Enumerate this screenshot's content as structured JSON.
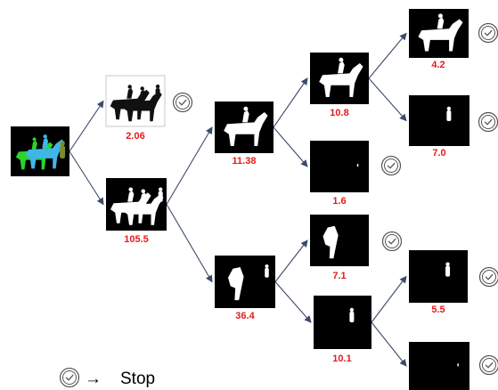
{
  "nodes": [
    {
      "id": "root",
      "kind": "colored"
    },
    {
      "id": "n1",
      "score": "2.06",
      "stop": true,
      "kind": "horses_black"
    },
    {
      "id": "n2",
      "score": "105.5",
      "stop": false,
      "kind": "horses_white"
    },
    {
      "id": "n21",
      "score": "11.38",
      "stop": false,
      "kind": "horse_white"
    },
    {
      "id": "n22",
      "score": "36.4",
      "stop": false,
      "kind": "small_white"
    },
    {
      "id": "n211",
      "score": "10.8",
      "stop": false,
      "kind": "horse_white"
    },
    {
      "id": "n212",
      "score": "1.6",
      "stop": true,
      "kind": "empty"
    },
    {
      "id": "n221",
      "score": "7.1",
      "stop": true,
      "kind": "small_white"
    },
    {
      "id": "n222",
      "score": "10.1",
      "stop": false,
      "kind": "person_white"
    },
    {
      "id": "n2111",
      "score": "4.2",
      "stop": true,
      "kind": "horse_white"
    },
    {
      "id": "n2112",
      "score": "7.0",
      "stop": true,
      "kind": "person_white"
    },
    {
      "id": "n2221",
      "score": "5.5",
      "stop": true,
      "kind": "person_white"
    },
    {
      "id": "n2222",
      "score": "",
      "stop": true,
      "kind": "empty"
    }
  ],
  "edges": [
    [
      "root",
      "n1"
    ],
    [
      "root",
      "n2"
    ],
    [
      "n2",
      "n21"
    ],
    [
      "n2",
      "n22"
    ],
    [
      "n21",
      "n211"
    ],
    [
      "n21",
      "n212"
    ],
    [
      "n22",
      "n221"
    ],
    [
      "n22",
      "n222"
    ],
    [
      "n211",
      "n2111"
    ],
    [
      "n211",
      "n2112"
    ],
    [
      "n222",
      "n2221"
    ],
    [
      "n222",
      "n2222"
    ]
  ],
  "legend": {
    "arrow": "→",
    "text": "Stop"
  },
  "colors": {
    "score": "#e31b1b",
    "edge": "#3b4a68",
    "stop_badge": "#555555",
    "root_green": "#2bd32b",
    "root_cyan": "#3fb6e8",
    "root_olive": "#7a8c2a"
  }
}
